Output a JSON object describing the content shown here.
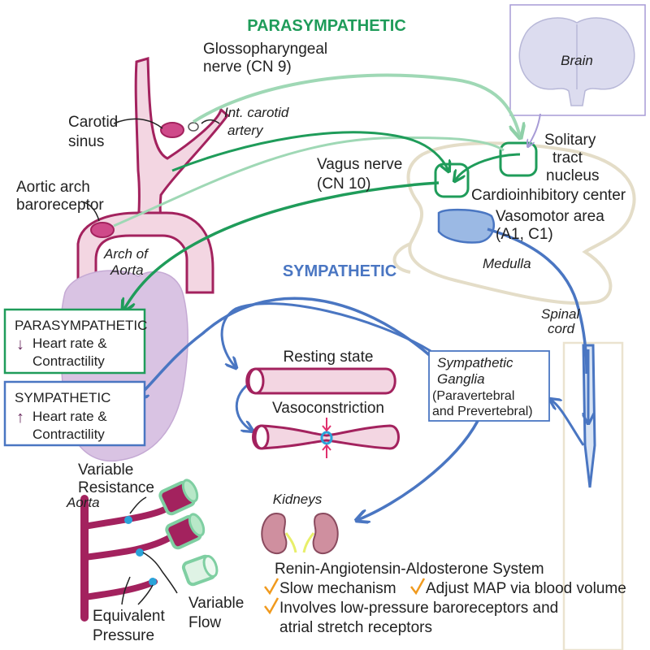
{
  "colors": {
    "parasympathetic": "#1f9c5a",
    "parasympathetic_light": "#9fd8b5",
    "sympathetic": "#4a76c2",
    "vessel_outline": "#a3225e",
    "vessel_fill": "#f3d6e2",
    "heart_fill": "#d9c3e3",
    "medulla_outline": "#e3dcc8",
    "spinal_fill": "#dde6f2",
    "brain_fill": "#d8d8ee",
    "baroreceptor_dot": "#2aa3d9",
    "check": "#f09a1e",
    "kidney_fill": "#cf8f9f",
    "ureter": "#e8ef6a"
  },
  "headings": {
    "parasympathetic": "PARASYMPATHETIC",
    "sympathetic": "SYMPATHETIC"
  },
  "brain": {
    "label": "Brain"
  },
  "nerves": {
    "glossopharyngeal": [
      "Glossopharyngeal",
      "nerve (CN 9)"
    ],
    "vagus": [
      "Vagus nerve",
      "(CN 10)"
    ]
  },
  "vessels": {
    "carotid_sinus": [
      "Carotid",
      "sinus"
    ],
    "internal_carotid": [
      "Int. carotid",
      "artery"
    ],
    "aortic_arch_baroreceptor": [
      "Aortic arch",
      "baroreceptor"
    ],
    "arch_of_aorta": [
      "Arch of",
      "Aorta"
    ]
  },
  "brainstem": {
    "solitary_tract": [
      "Solitary",
      "tract",
      "nucleus"
    ],
    "cardioinhibitory": "Cardioinhibitory center",
    "vasomotor": [
      "Vasomotor area",
      "(A1, C1)"
    ],
    "medulla": "Medulla",
    "spinal_cord": [
      "Spinal",
      "cord"
    ]
  },
  "heart_effects": {
    "parasympathetic": {
      "title": "PARASYMPATHETIC",
      "lines": [
        "Heart rate &",
        "Contractility"
      ],
      "arrow": "↓"
    },
    "sympathetic": {
      "title": "SYMPATHETIC",
      "lines": [
        "Heart rate &",
        "Contractility"
      ],
      "arrow": "↑"
    }
  },
  "ganglia": {
    "lines": [
      "Sympathetic",
      "Ganglia",
      "(Paravertebral",
      "and Prevertebral)"
    ]
  },
  "vessel_states": {
    "resting": "Resting state",
    "vasoconstriction": "Vasoconstriction"
  },
  "kidneys": {
    "label": "Kidneys"
  },
  "raas": {
    "title": "Renin-Angiotensin-Aldosterone System",
    "points": [
      "Slow mechanism",
      "Adjust MAP via blood volume",
      "Involves low-pressure baroreceptors and",
      "atrial stretch receptors"
    ]
  },
  "circuit": {
    "variable_resistance": [
      "Variable",
      "Resistance"
    ],
    "aorta": "Aorta",
    "equivalent_pressure": [
      "Equivalent",
      "Pressure"
    ],
    "variable_flow": [
      "Variable",
      "Flow"
    ]
  }
}
